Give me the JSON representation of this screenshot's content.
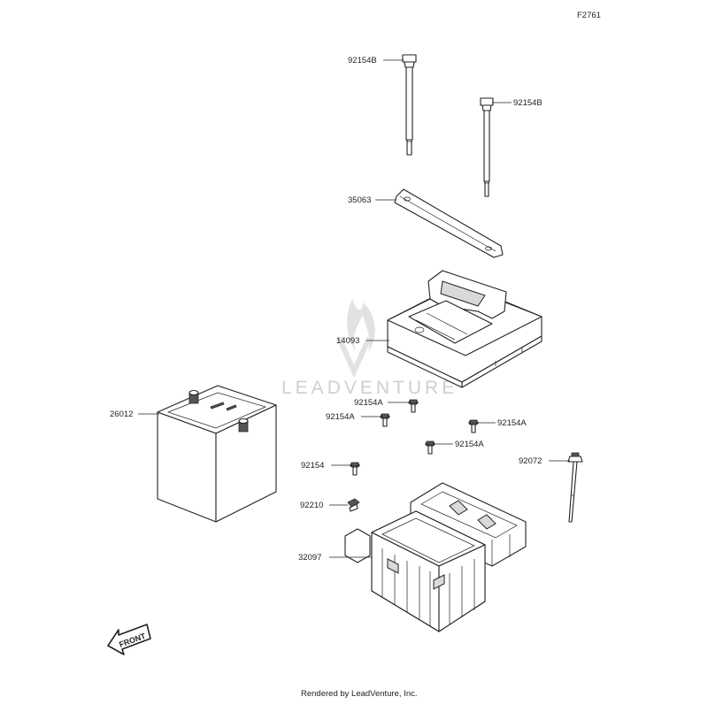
{
  "figure_id": "F2761",
  "watermark": "LEADVENTURE",
  "footer": "Rendered by LeadVenture, Inc.",
  "front_label": "FRONT",
  "callouts": {
    "bolt_long_left": "92154B",
    "bolt_long_right": "92154B",
    "bracket_strap": "35063",
    "battery_cover": "14093",
    "battery": "26012",
    "bolt_a1": "92154A",
    "bolt_a2": "92154A",
    "bolt_a3": "92154A",
    "bolt_a4": "92154A",
    "bolt_small": "92154",
    "clip": "92210",
    "rod": "92072",
    "battery_case": "32097"
  }
}
